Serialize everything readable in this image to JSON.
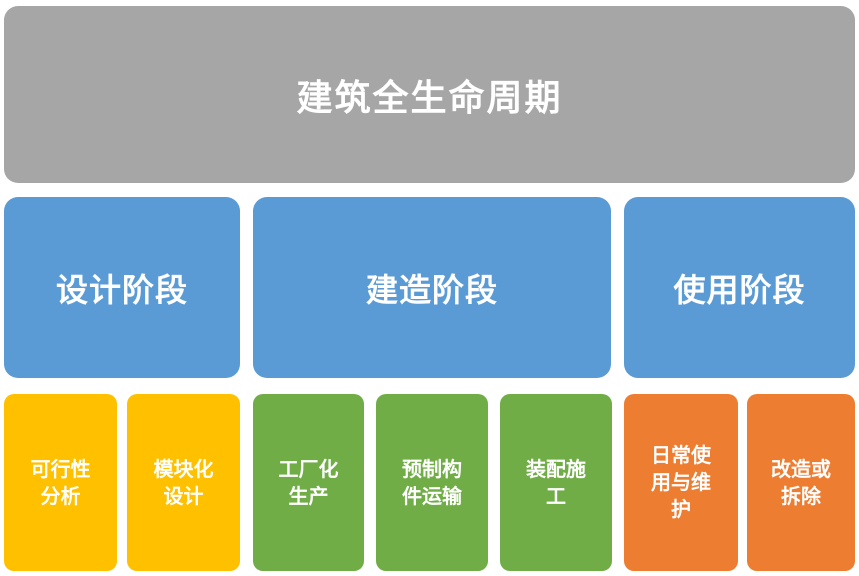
{
  "diagram": {
    "title": "建筑全生命周期",
    "colors": {
      "title_bg": "#A6A6A6",
      "phase_bg": "#5B9BD5",
      "design_sub_bg": "#FFC000",
      "build_sub_bg": "#70AD47",
      "use_sub_bg": "#ED7D31",
      "text": "#FFFFFF",
      "canvas_bg": "#FFFFFF"
    },
    "phases": [
      {
        "label": "设计阶段",
        "children": [
          {
            "label": "可行性\n分析"
          },
          {
            "label": "模块化\n设计"
          }
        ]
      },
      {
        "label": "建造阶段",
        "children": [
          {
            "label": "工厂化\n生产"
          },
          {
            "label": "预制构\n件运输"
          },
          {
            "label": "装配施\n工"
          }
        ]
      },
      {
        "label": "使用阶段",
        "children": [
          {
            "label": "日常使\n用与维\n护"
          },
          {
            "label": "改造或\n拆除"
          }
        ]
      }
    ]
  }
}
